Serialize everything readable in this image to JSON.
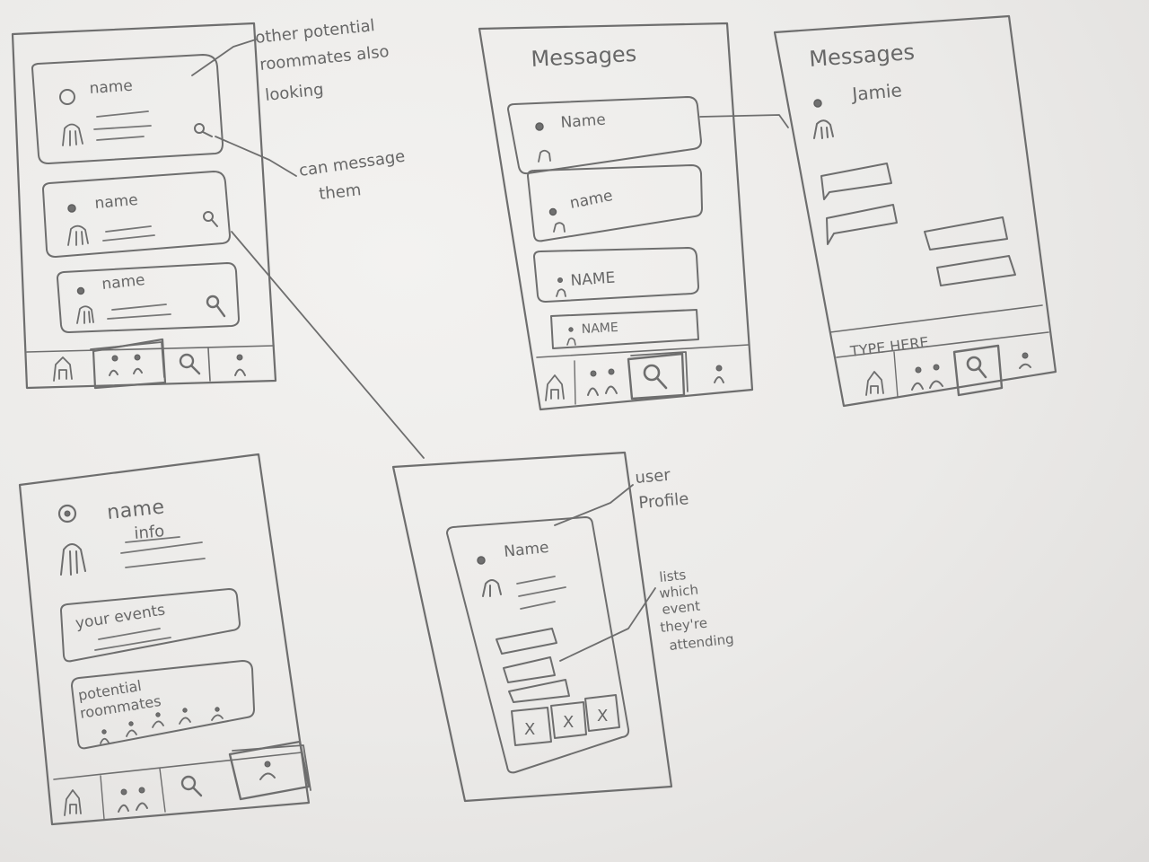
{
  "screens": {
    "roommates_list": {
      "cards": [
        {
          "name": "name"
        },
        {
          "name": "name"
        },
        {
          "name": "name"
        }
      ],
      "nav": [
        "home-icon",
        "group-icon",
        "search-icon",
        "profile-icon"
      ],
      "active_nav": "group-icon"
    },
    "messages_list": {
      "title": "Messages",
      "items": [
        {
          "name": "Name"
        },
        {
          "name": "name"
        },
        {
          "name": "NAME"
        },
        {
          "name": "NAME"
        }
      ],
      "nav": [
        "home-icon",
        "group-icon",
        "search-icon",
        "profile-icon"
      ],
      "active_nav": "search-icon"
    },
    "conversation": {
      "title": "Messages",
      "contact": "Jamie",
      "input_placeholder": "TYPE HERE",
      "nav": [
        "home-icon",
        "group-icon",
        "search-icon",
        "profile-icon"
      ],
      "active_nav": "search-icon"
    },
    "my_profile": {
      "name": "name",
      "info": "info",
      "events_label": "your events",
      "roommates_label_line1": "potential",
      "roommates_label_line2": "roommates",
      "nav": [
        "home-icon",
        "group-icon",
        "search-icon",
        "profile-icon"
      ],
      "active_nav": "profile-icon"
    },
    "user_profile": {
      "name": "Name",
      "event_tiles": [
        "X",
        "X",
        "X"
      ]
    }
  },
  "annotations": {
    "other_roommates_line1": "other potential",
    "other_roommates_line2": "roommates also",
    "other_roommates_line3": "looking",
    "can_message_line1": "can message",
    "can_message_line2": "them",
    "user_profile_line1": "user",
    "user_profile_line2": "Profile",
    "lists_events_line1": "lists",
    "lists_events_line2": "which",
    "lists_events_line3": "event",
    "lists_events_line4": "they're",
    "lists_events_line5": "attending"
  }
}
